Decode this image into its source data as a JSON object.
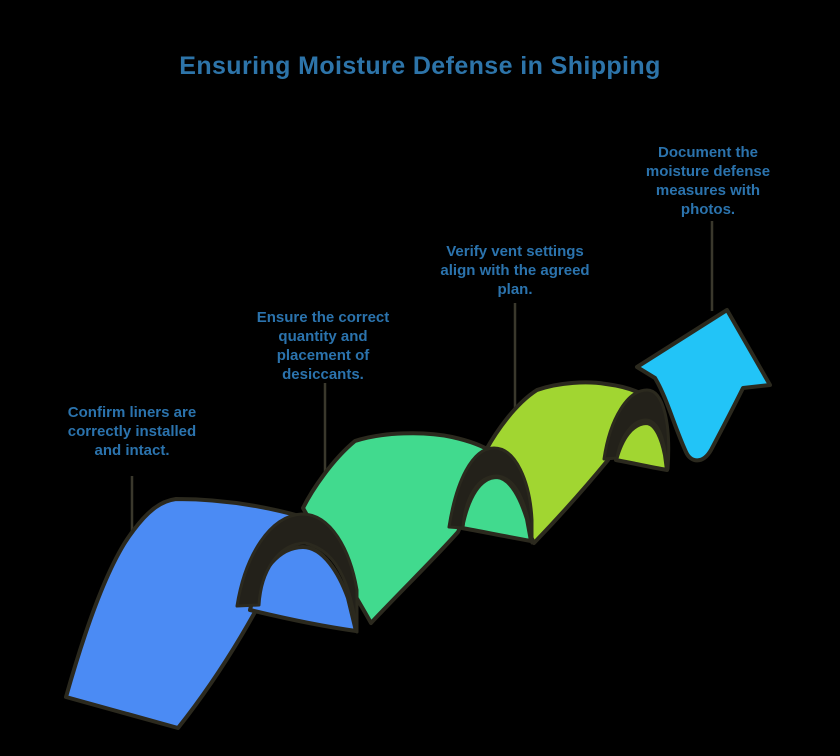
{
  "title": {
    "text": "Ensuring Moisture Defense in Shipping"
  },
  "steps": [
    {
      "id": 1,
      "label": "Confirm liners are\ncorrectly installed\nand intact.",
      "color": "#4b8bf4"
    },
    {
      "id": 2,
      "label": "Ensure the correct\nquantity and\nplacement of\ndesiccants.",
      "color": "#41da8e"
    },
    {
      "id": 3,
      "label": "Verify vent settings\nalign with the agreed\nplan.",
      "color": "#a1d631"
    },
    {
      "id": 4,
      "label": "Document the\nmoisture defense\nmeasures with\nphotos.",
      "color": "#22c4f7"
    }
  ],
  "palette": {
    "background": "#000000",
    "outline_dark": "#23211a",
    "title_color": "#2d74a9",
    "label_color": "#2b73ad"
  },
  "diagram": {
    "type": "ascending-wave-process",
    "direction": "up-right",
    "segment_count": 4,
    "end_marker": "arrow-up-right"
  }
}
